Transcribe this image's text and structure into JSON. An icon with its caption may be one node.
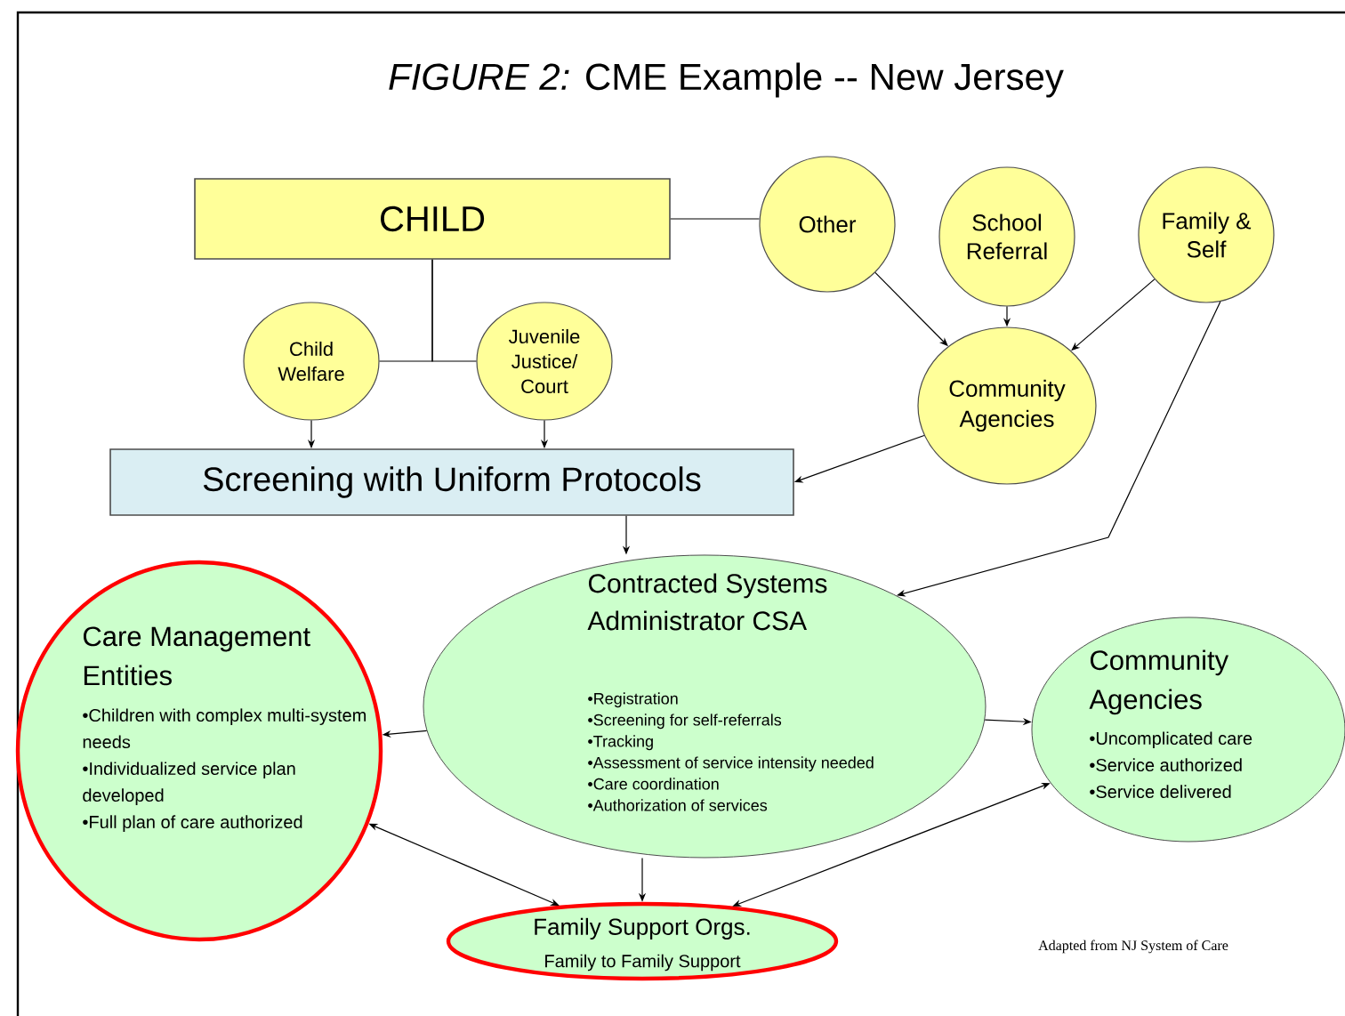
{
  "diagram": {
    "title": "*FIGURE 2:* CME Example -- New Jersey",
    "nodes": [
      {
        "text": [
          "CHILD"
        ]
      },
      {
        "text": [
          "Other"
        ]
      },
      {
        "text": [
          "School Referral"
        ]
      },
      {
        "text": [
          "Family & Self"
        ]
      },
      {
        "text": [
          "Child Welfare"
        ]
      },
      {
        "text": [
          "Juvenile Justice/ Court"
        ]
      },
      {
        "text": [
          "Community Agencies"
        ]
      },
      {
        "text": [
          "Screening with Uniform Protocols"
        ]
      },
      {
        "text": [
          "Contracted Systems Administrator CSA",
          "•Registration",
          "•Screening for self-referrals",
          "•Tracking",
          "•Assessment of service intensity needed",
          "•Care coordination",
          "•Authorization of services"
        ]
      },
      {
        "text": [
          "Care Management Entities",
          "•Children with complex multi-system needs",
          "•Individualized service plan developed",
          "•Full plan of care authorized"
        ]
      },
      {
        "text": [
          "Community Agencies",
          "•Uncomplicated care",
          "•Service authorized",
          "•Service delivered"
        ]
      },
      {
        "text": [
          "Family Support Orgs.",
          "Family to Family Support"
        ]
      }
    ],
    "edges": [
      {
        "from": 0,
        "to": 1,
        "arrow": "none"
      },
      {
        "from": 0,
        "to": 4,
        "arrow": "none"
      },
      {
        "from": 0,
        "to": 5,
        "arrow": "none"
      },
      {
        "from": 4,
        "to": 7,
        "arrow": "to"
      },
      {
        "from": 5,
        "to": 7,
        "arrow": "to"
      },
      {
        "from": 1,
        "to": 6,
        "arrow": "to"
      },
      {
        "from": 2,
        "to": 6,
        "arrow": "to"
      },
      {
        "from": 3,
        "to": 6,
        "arrow": "to"
      },
      {
        "from": 6,
        "to": 7,
        "arrow": "to"
      },
      {
        "from": 7,
        "to": 8,
        "arrow": "to"
      },
      {
        "from": 3,
        "to": 8,
        "arrow": "to"
      },
      {
        "from": 8,
        "to": 9,
        "arrow": "to"
      },
      {
        "from": 8,
        "to": 10,
        "arrow": "to"
      },
      {
        "from": 8,
        "to": 11,
        "arrow": "to"
      },
      {
        "from": 9,
        "to": 11,
        "arrow": "both"
      },
      {
        "from": 11,
        "to": 10,
        "arrow": "both"
      }
    ],
    "labels": [
      "Adapted from NJ System of Care"
    ]
  }
}
